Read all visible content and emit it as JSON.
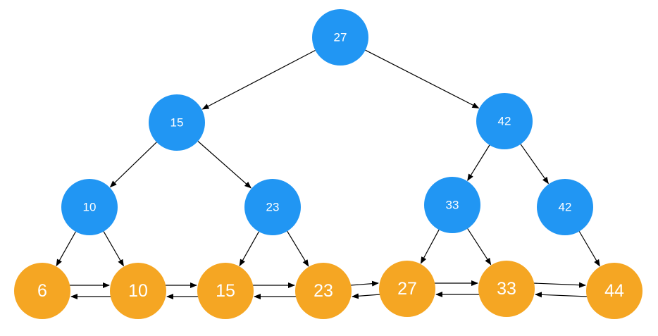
{
  "colors": {
    "internal_node": "#2196F3",
    "leaf_node": "#F5A623",
    "label": "#FFFFFF",
    "edge": "#000000",
    "background": "#FFFFFF"
  },
  "tree": {
    "internal_nodes": [
      {
        "id": "n27",
        "label": "27"
      },
      {
        "id": "n15",
        "label": "15"
      },
      {
        "id": "n42a",
        "label": "42"
      },
      {
        "id": "n10",
        "label": "10"
      },
      {
        "id": "n23",
        "label": "23"
      },
      {
        "id": "n33",
        "label": "33"
      },
      {
        "id": "n42b",
        "label": "42"
      }
    ],
    "leaf_nodes": [
      {
        "id": "l6",
        "label": "6"
      },
      {
        "id": "l10",
        "label": "10"
      },
      {
        "id": "l15",
        "label": "15"
      },
      {
        "id": "l23",
        "label": "23"
      },
      {
        "id": "l27",
        "label": "27"
      },
      {
        "id": "l33",
        "label": "33"
      },
      {
        "id": "l44",
        "label": "44"
      }
    ],
    "tree_edges": [
      [
        "n27",
        "n15"
      ],
      [
        "n27",
        "n42a"
      ],
      [
        "n15",
        "n10"
      ],
      [
        "n15",
        "n23"
      ],
      [
        "n42a",
        "n33"
      ],
      [
        "n42a",
        "n42b"
      ],
      [
        "n10",
        "l6"
      ],
      [
        "n10",
        "l10"
      ],
      [
        "n23",
        "l15"
      ],
      [
        "n23",
        "l23"
      ],
      [
        "n33",
        "l27"
      ],
      [
        "n33",
        "l33"
      ],
      [
        "n42b",
        "l44"
      ]
    ],
    "leaf_links": [
      [
        "l6",
        "l10"
      ],
      [
        "l10",
        "l15"
      ],
      [
        "l15",
        "l23"
      ],
      [
        "l23",
        "l27"
      ],
      [
        "l27",
        "l33"
      ],
      [
        "l33",
        "l44"
      ]
    ]
  }
}
